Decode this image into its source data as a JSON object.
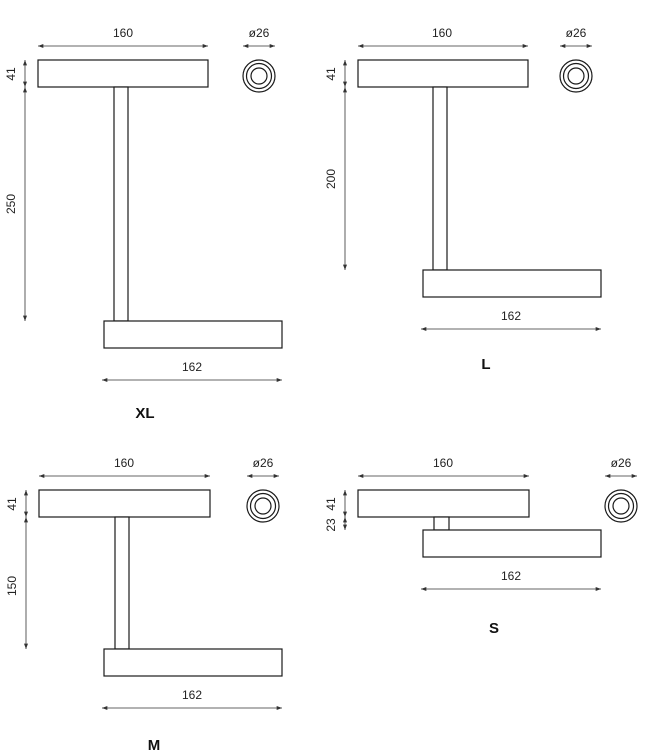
{
  "variants": [
    {
      "title": "XL",
      "dims": {
        "head_width": "160",
        "diameter": "ø26",
        "head_height": "41",
        "stem_length": "250",
        "base_width": "162"
      }
    },
    {
      "title": "L",
      "dims": {
        "head_width": "160",
        "diameter": "ø26",
        "head_height": "41",
        "stem_length": "200",
        "base_width": "162"
      }
    },
    {
      "title": "M",
      "dims": {
        "head_width": "160",
        "diameter": "ø26",
        "head_height": "41",
        "stem_length": "150",
        "base_width": "162"
      }
    },
    {
      "title": "S",
      "dims": {
        "head_width": "160",
        "diameter": "ø26",
        "head_height": "41",
        "stem_length": "23",
        "base_width": "162"
      }
    }
  ]
}
